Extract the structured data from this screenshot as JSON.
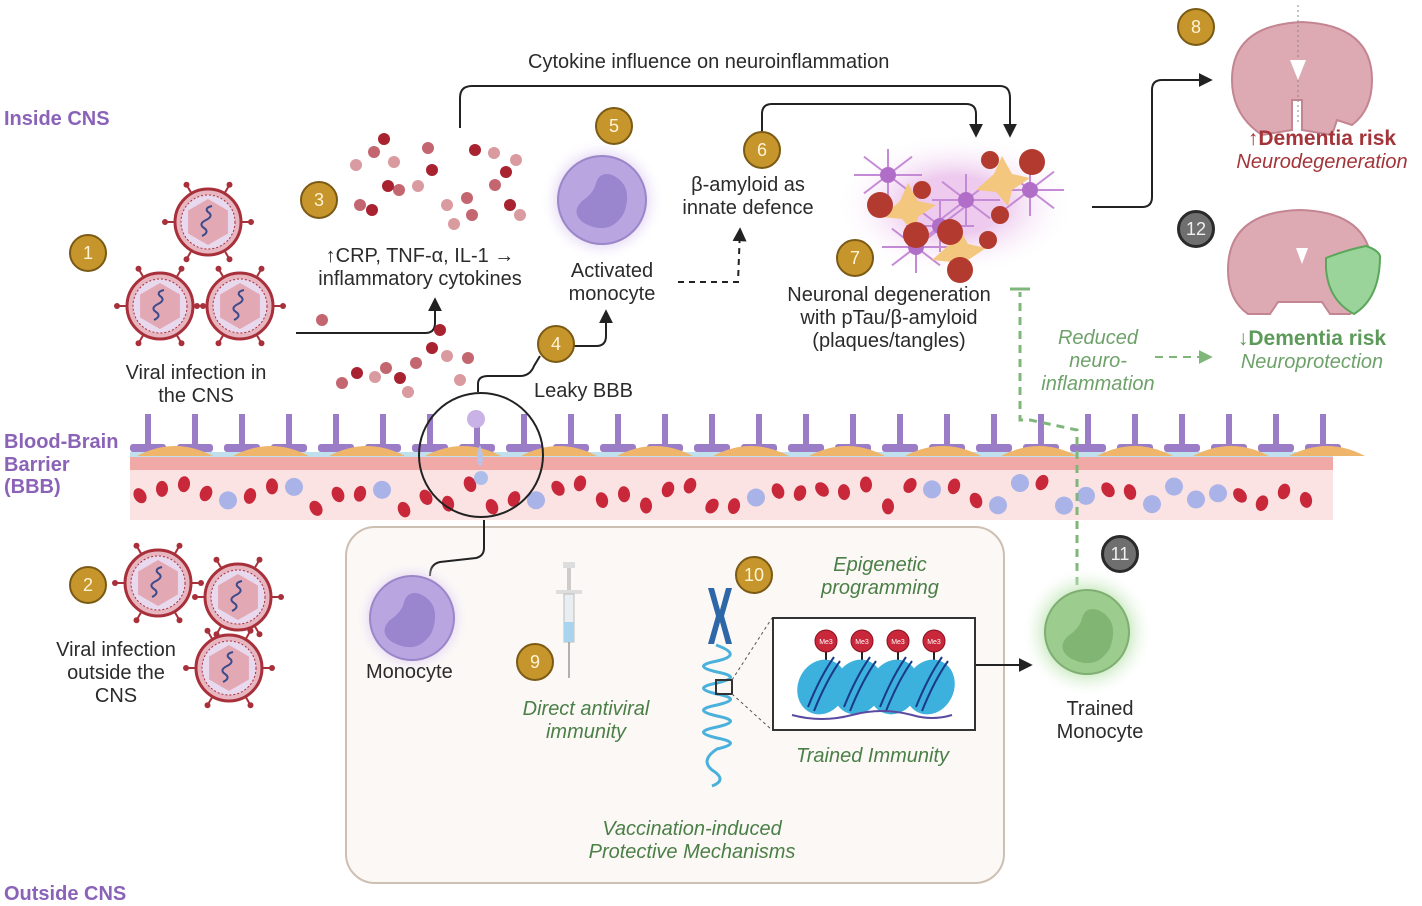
{
  "regions": {
    "inside": "Inside CNS",
    "bbb": [
      "Blood-Brain",
      "Barrier",
      "(BBB)"
    ],
    "outside": "Outside CNS"
  },
  "top_arrow_label": "Cytokine influence on neuroinflammation",
  "steps": [
    {
      "n": "1",
      "style": "gold",
      "lines": [
        "Viral infection in",
        "the CNS"
      ]
    },
    {
      "n": "2",
      "style": "gold",
      "lines": [
        "Viral infection",
        "outside the",
        "CNS"
      ]
    },
    {
      "n": "3",
      "style": "gold",
      "lines": [
        "↑CRP, TNF-α, IL-1 →",
        "inflammatory cytokines"
      ]
    },
    {
      "n": "4",
      "style": "gold",
      "lines": [
        "Leaky BBB"
      ]
    },
    {
      "n": "5",
      "style": "gold",
      "lines": [
        "Activated",
        "monocyte"
      ]
    },
    {
      "n": "6",
      "style": "gold",
      "lines": [
        "β-amyloid as",
        "innate defence"
      ]
    },
    {
      "n": "7",
      "style": "gold",
      "lines": [
        "Neuronal degeneration",
        "with pTau/β-amyloid",
        "(plaques/tangles)"
      ]
    },
    {
      "n": "8",
      "style": "gold",
      "lines": [
        "↑Dementia risk",
        "Neurodegeneration"
      ]
    },
    {
      "n": "9",
      "style": "gold",
      "lines": [
        "Direct antiviral",
        "immunity"
      ]
    },
    {
      "n": "10",
      "style": "gold",
      "lines": [
        "Epigenetic",
        "programming"
      ]
    },
    {
      "n": "11",
      "style": "grey",
      "lines": [
        "Trained",
        "Monocyte"
      ]
    },
    {
      "n": "12",
      "style": "grey",
      "lines": [
        "↓Dementia risk",
        "Neuroprotection"
      ]
    }
  ],
  "reduced": [
    "Reduced",
    "neuro-",
    "inflammation"
  ],
  "monocyte_label": "Monocyte",
  "trained_immunity": "Trained Immunity",
  "histone_mark": "Me3",
  "vaccination_box": [
    "Vaccination-induced",
    "Protective Mechanisms"
  ],
  "colors": {
    "region_purple": "#8a63b8",
    "badge_gold": "#c6952b",
    "badge_grey": "#6f6f6f",
    "risk_red": "#a3353a",
    "protect_green": "#5d9a5a",
    "vaccine_green": "#4a7f47",
    "cytokine_red": "#b0303a",
    "blood_pink": "#fbe3e3"
  }
}
